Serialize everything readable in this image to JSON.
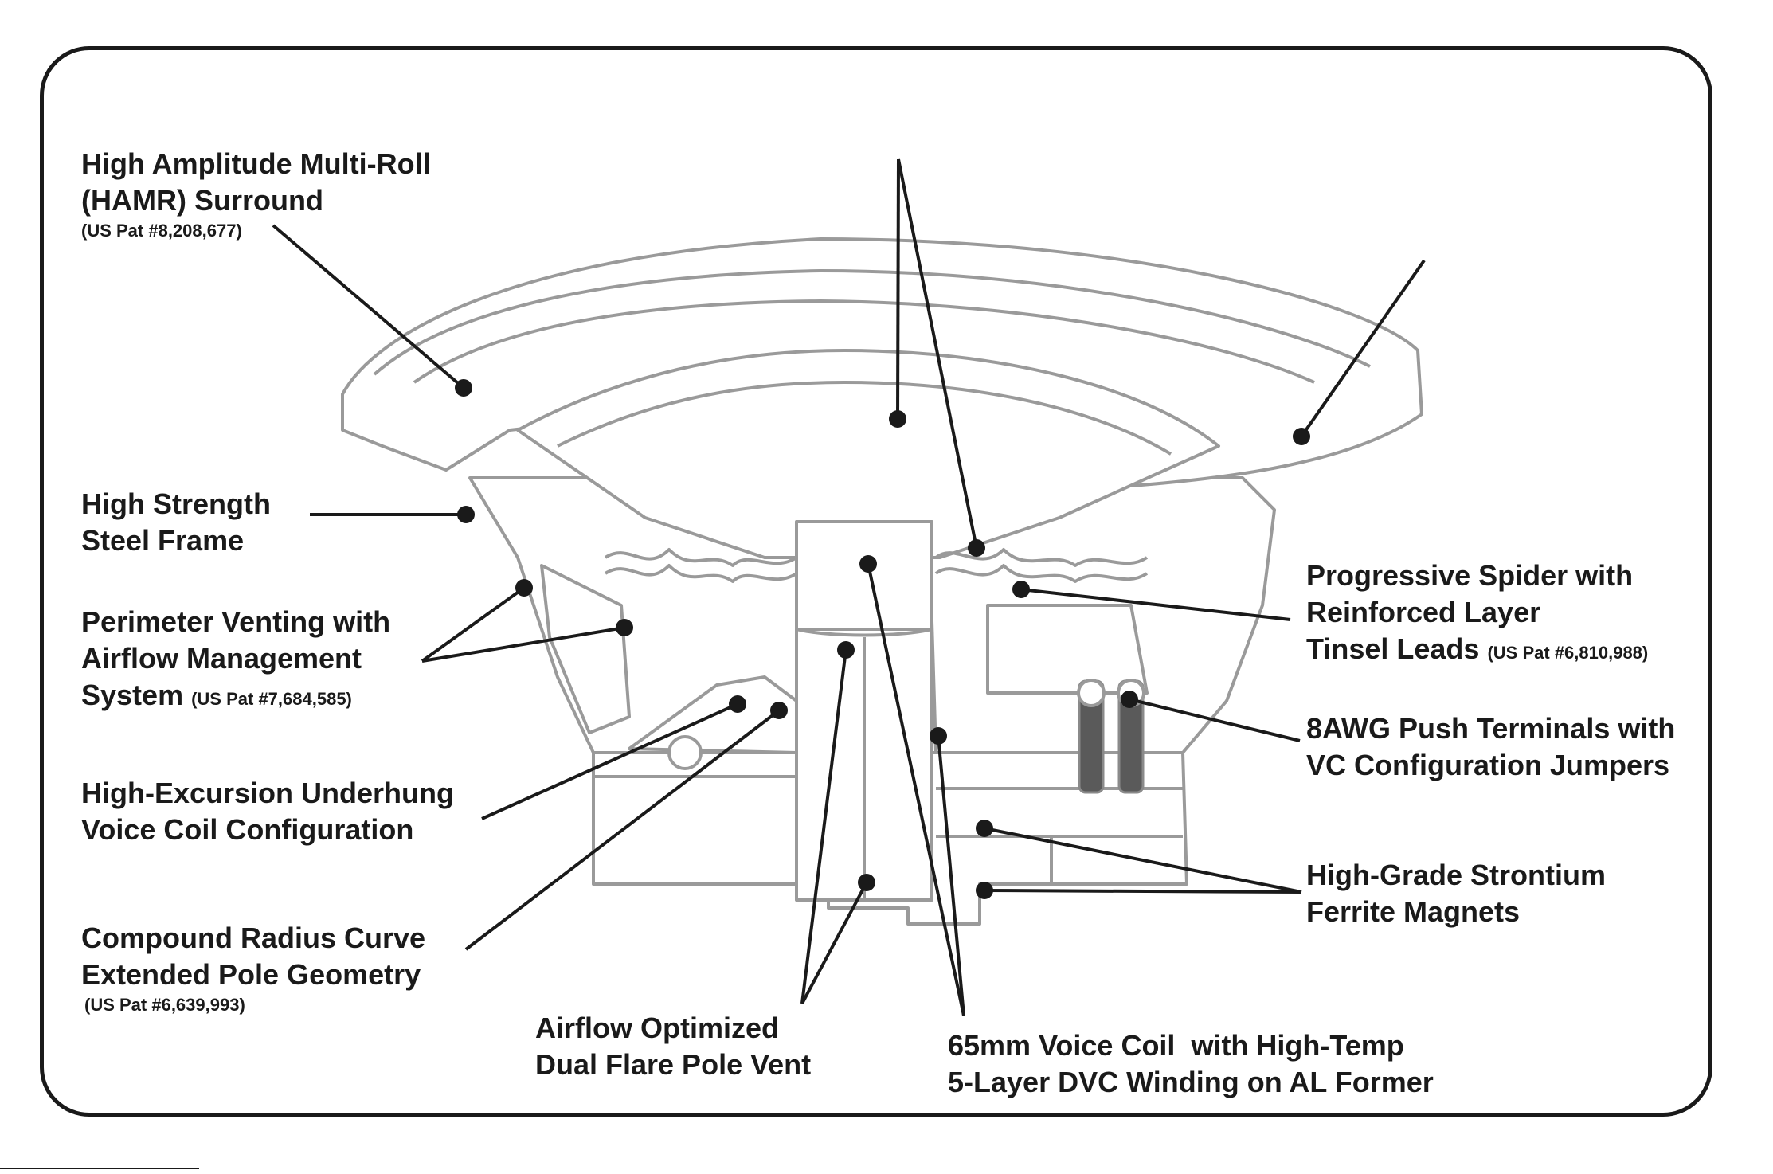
{
  "labels": {
    "surround": {
      "line1": "High Amplitude Multi-Roll",
      "line2": "(HAMR) Surround",
      "patent": "(US Pat #8,208,677)"
    },
    "frame": {
      "line1": "High Strength",
      "line2": "Steel Frame"
    },
    "venting": {
      "line1": "Perimeter Venting with",
      "line2": "Airflow Management",
      "line3": "System",
      "patent": "(US Pat #7,684,585)"
    },
    "underhung": {
      "line1": "High-Excursion Underhung",
      "line2": "Voice Coil Configuration"
    },
    "pole": {
      "line1": "Compound Radius Curve",
      "line2": "Extended Pole Geometry",
      "patent": "(US Pat #6,639,993)"
    },
    "vent": {
      "line1": "Airflow Optimized",
      "line2": "Dual Flare Pole Vent"
    },
    "voice_coil": {
      "line1": "65mm Voice Coil  with High-Temp",
      "line2": "5-Layer DVC Winding on AL Former"
    },
    "spider": {
      "line1": "Progressive Spider with",
      "line2": "Reinforced Layer",
      "line3": "Tinsel Leads",
      "patent": "(US Pat #6,810,988)"
    },
    "terminals": {
      "line1": "8AWG Push Terminals with",
      "line2": "VC Configuration Jumpers"
    },
    "magnets": {
      "line1": "High-Grade Strontium",
      "line2": "Ferrite Magnets"
    }
  },
  "colors": {
    "text": "#1a1a1a",
    "drawing": "#9a9a9a",
    "leader": "#1a1a1a"
  }
}
